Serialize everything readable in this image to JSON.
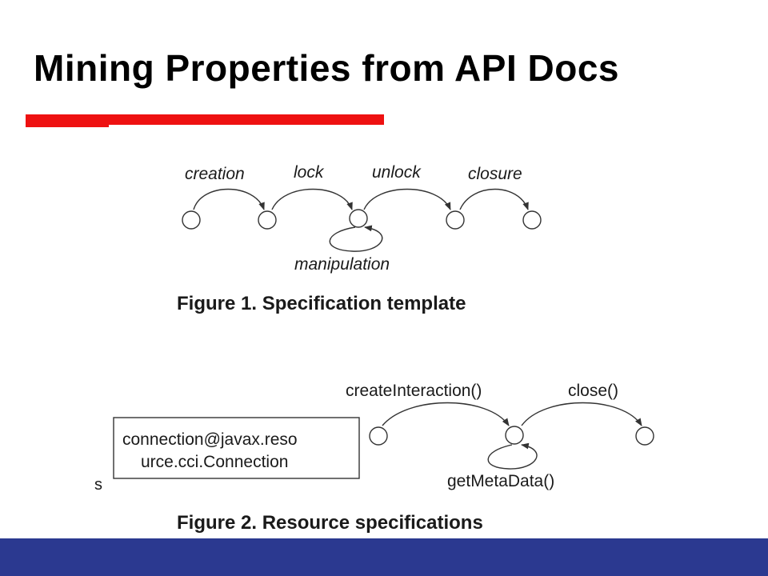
{
  "slide": {
    "title": "Mining Properties from API Docs"
  },
  "figure1": {
    "labels": {
      "creation": "creation",
      "lock": "lock",
      "unlock": "unlock",
      "closure": "closure",
      "manipulation": "manipulation"
    },
    "caption": "Figure 1. Specification template"
  },
  "figure2": {
    "resource_line1": "connection@javax.reso",
    "resource_line2": "urce.cci.Connection",
    "labels": {
      "create_interaction": "createInteraction()",
      "close": "close()",
      "get_meta_data": "getMetaData()"
    },
    "stray_char": "s",
    "caption": "Figure 2. Resource specifications"
  },
  "colors": {
    "accent_red": "#ee1111",
    "band_blue": "#2b3990"
  }
}
